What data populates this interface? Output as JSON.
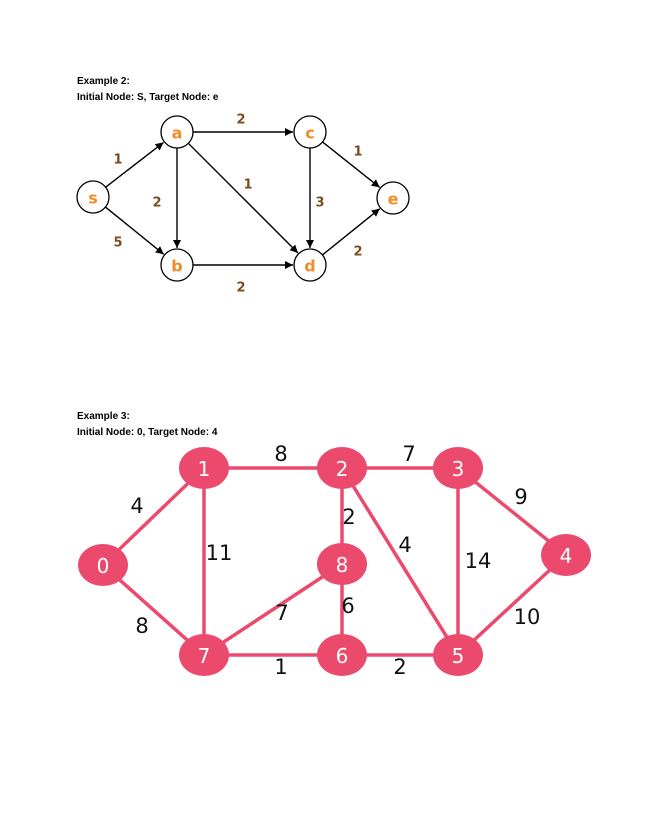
{
  "example2": {
    "title": "Example 2:",
    "subtitle": "Initial Node: S, Target Node: e",
    "colors": {
      "node_fill": "#ffffff",
      "node_stroke": "#000000",
      "label": "#f28c28",
      "weight": "#7a4e1d",
      "edge": "#000000"
    },
    "nodes": [
      {
        "id": "s",
        "label": "s"
      },
      {
        "id": "a",
        "label": "a"
      },
      {
        "id": "b",
        "label": "b"
      },
      {
        "id": "c",
        "label": "c"
      },
      {
        "id": "d",
        "label": "d"
      },
      {
        "id": "e",
        "label": "e"
      }
    ],
    "edges": [
      {
        "from": "s",
        "to": "a",
        "weight": "1"
      },
      {
        "from": "s",
        "to": "b",
        "weight": "5"
      },
      {
        "from": "a",
        "to": "b",
        "weight": "2"
      },
      {
        "from": "a",
        "to": "c",
        "weight": "2"
      },
      {
        "from": "a",
        "to": "d",
        "weight": "1"
      },
      {
        "from": "b",
        "to": "d",
        "weight": "2"
      },
      {
        "from": "c",
        "to": "d",
        "weight": "3"
      },
      {
        "from": "c",
        "to": "e",
        "weight": "1"
      },
      {
        "from": "d",
        "to": "e",
        "weight": "2"
      }
    ]
  },
  "example3": {
    "title": "Example 3:",
    "subtitle": "Initial Node: 0, Target Node: 4",
    "colors": {
      "node_fill": "#ec4a6d",
      "edge": "#ec4a6d",
      "label": "#ffffff",
      "weight": "#111111"
    },
    "nodes": [
      {
        "id": "0",
        "label": "0"
      },
      {
        "id": "1",
        "label": "1"
      },
      {
        "id": "2",
        "label": "2"
      },
      {
        "id": "3",
        "label": "3"
      },
      {
        "id": "4",
        "label": "4"
      },
      {
        "id": "5",
        "label": "5"
      },
      {
        "id": "6",
        "label": "6"
      },
      {
        "id": "7",
        "label": "7"
      },
      {
        "id": "8",
        "label": "8"
      }
    ],
    "edges": [
      {
        "from": "0",
        "to": "1",
        "weight": "4"
      },
      {
        "from": "0",
        "to": "7",
        "weight": "8"
      },
      {
        "from": "1",
        "to": "2",
        "weight": "8"
      },
      {
        "from": "1",
        "to": "7",
        "weight": "11"
      },
      {
        "from": "2",
        "to": "3",
        "weight": "7"
      },
      {
        "from": "2",
        "to": "8",
        "weight": "2"
      },
      {
        "from": "2",
        "to": "5",
        "weight": "4"
      },
      {
        "from": "3",
        "to": "4",
        "weight": "9"
      },
      {
        "from": "3",
        "to": "5",
        "weight": "14"
      },
      {
        "from": "4",
        "to": "5",
        "weight": "10"
      },
      {
        "from": "5",
        "to": "6",
        "weight": "2"
      },
      {
        "from": "6",
        "to": "7",
        "weight": "1"
      },
      {
        "from": "6",
        "to": "8",
        "weight": "6"
      },
      {
        "from": "7",
        "to": "8",
        "weight": "7"
      }
    ]
  }
}
